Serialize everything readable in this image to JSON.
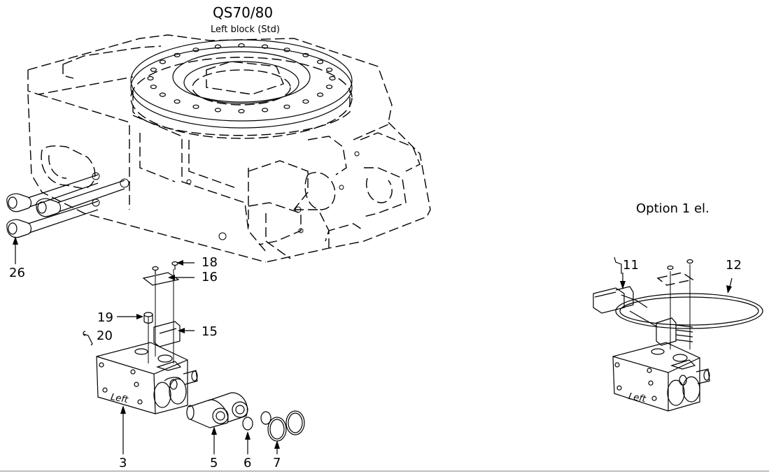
{
  "header": {
    "title": "QS70/80",
    "subtitle": "Left block (Std)"
  },
  "option": {
    "label": "Option 1 el."
  },
  "parts": {
    "p3": "3",
    "p5": "5",
    "p6": "6",
    "p7": "7",
    "p11": "11",
    "p12": "12",
    "p15": "15",
    "p16": "16",
    "p18": "18",
    "p19": "19",
    "p20": "20",
    "p26": "26"
  },
  "blocks": {
    "left_block_text": "Left",
    "option_block_text": "Left"
  }
}
